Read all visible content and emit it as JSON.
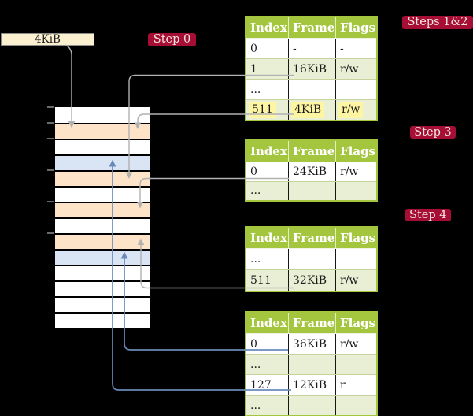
{
  "labels": {
    "page_size": "4KiB"
  },
  "badges": {
    "step0": "Step 0",
    "steps12": "Steps 1&2",
    "step3": "Step 3",
    "step4": "Step 4"
  },
  "tables": {
    "headers": [
      "Index",
      "Frame",
      "Flags"
    ],
    "t1": {
      "rows": [
        [
          "0",
          "-",
          "-"
        ],
        [
          "1",
          "16KiB",
          "r/w"
        ],
        [
          "...",
          "",
          ""
        ],
        [
          "511",
          "4KiB",
          "r/w"
        ]
      ],
      "highlighted_row": "511"
    },
    "t2": {
      "rows": [
        [
          "0",
          "24KiB",
          "r/w"
        ],
        [
          "...",
          "",
          ""
        ]
      ]
    },
    "t3": {
      "rows": [
        [
          "...",
          "",
          ""
        ],
        [
          "511",
          "32KiB",
          "r/w"
        ]
      ]
    },
    "t4": {
      "rows": [
        [
          "0",
          "36KiB",
          "r/w"
        ],
        [
          "...",
          "",
          ""
        ],
        [
          "127",
          "12KiB",
          "r"
        ],
        [
          "...",
          "",
          ""
        ]
      ]
    }
  },
  "memory": {
    "row_fills": [
      "white",
      "orange",
      "white",
      "blue",
      "orange",
      "white",
      "orange",
      "white",
      "orange",
      "blue",
      "white",
      "white",
      "white",
      "white"
    ]
  },
  "colors": {
    "green": "#a4c53e",
    "row_green": "#e9efd4",
    "highlight_yellow": "#fdf5a1",
    "badge_red": "#a60e35",
    "frame_orange": "#fde3c8",
    "page_blue": "#d9e5f4",
    "cream": "#fbf1d1",
    "arrow_gray": "#b1b1b1",
    "arrow_blue": "#6a8abc"
  }
}
